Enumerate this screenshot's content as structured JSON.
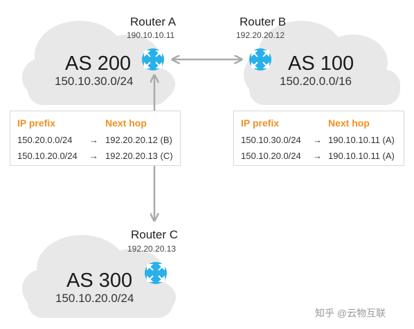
{
  "routers": {
    "a": {
      "name": "Router A",
      "ip": "190.10.10.11"
    },
    "b": {
      "name": "Router B",
      "ip": "192.20.20.12"
    },
    "c": {
      "name": "Router C",
      "ip": "192.20.20.13"
    }
  },
  "as_nodes": {
    "as200": {
      "name": "AS 200",
      "prefix": "150.10.30.0/24"
    },
    "as100": {
      "name": "AS 100",
      "prefix": "150.20.0.0/16"
    },
    "as300": {
      "name": "AS 300",
      "prefix": "150.10.20.0/24"
    }
  },
  "table_a": {
    "header_prefix": "IP prefix",
    "header_nexthop": "Next hop",
    "rows": [
      {
        "prefix": "150.20.0.0/24",
        "arrow": "→",
        "nexthop": "192.20.20.12 (B)"
      },
      {
        "prefix": "150.10.20.0/24",
        "arrow": "→",
        "nexthop": "192.20.20.13 (C)"
      }
    ]
  },
  "table_b": {
    "header_prefix": "IP prefix",
    "header_nexthop": "Next hop",
    "rows": [
      {
        "prefix": "150.10.30.0/24",
        "arrow": "→",
        "nexthop": "190.10.10.11 (A)"
      },
      {
        "prefix": "150.10.20.0/24",
        "arrow": "→",
        "nexthop": "190.10.10.11 (A)"
      }
    ]
  },
  "watermark": "知乎 @云物互联",
  "colors": {
    "cloud": "#e8e8e8",
    "router": "#29b0e8",
    "link": "#aaaaaa",
    "header": "#f0901e"
  }
}
